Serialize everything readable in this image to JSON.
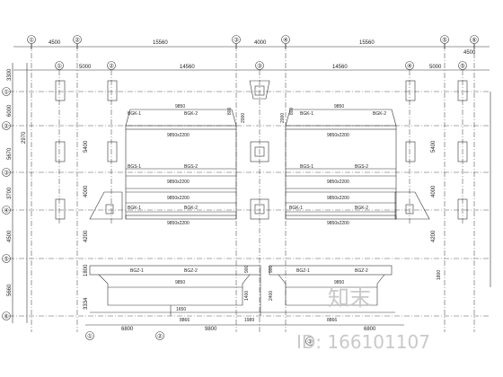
{
  "top_dims": [
    "4500",
    "15560",
    "4000",
    "15560",
    "4500"
  ],
  "second_dims": [
    "5000",
    "14560",
    "14560",
    "5000"
  ],
  "top_axes": [
    "①",
    "②",
    "③",
    "④",
    "⑤",
    "⑥"
  ],
  "second_axes": [
    "①",
    "②",
    "③",
    "④",
    "⑤"
  ],
  "bottom_axes": [
    "①",
    "②",
    "③"
  ],
  "bottom_dims": [
    "6800",
    "9800",
    "6800"
  ],
  "left_axes": [
    "①",
    "②",
    "③",
    "④",
    "⑤",
    "⑥"
  ],
  "left_dims": [
    "3300",
    "6000",
    "5670",
    "3700",
    "4500",
    "5660"
  ],
  "inner_left_dims": [
    "2970",
    "5400",
    "4000",
    "4200",
    "1800",
    "3334"
  ],
  "inner_right_dims": [
    "5400",
    "4000",
    "4200"
  ],
  "beam_left": {
    "top_span": "9850",
    "row1": "9850x2200",
    "row2": "9850x2200",
    "row3": "9850x2200",
    "row4": "9850x2200",
    "bottom": "9850"
  },
  "beam_right": {
    "top_span": "9850",
    "row1": "9850x2200",
    "row2": "9850x2200",
    "row3": "9850x2200",
    "row4": "9850x2200",
    "bottom": "9850"
  },
  "beam_tags": {
    "l1a": "BGK-1",
    "l1b": "BGK-2",
    "l2a": "BGS-1",
    "l2b": "BGS-2",
    "l3a": "BGK-1",
    "l3b": "BGK-2",
    "l4a": "BGZ-1",
    "l4b": "BGZ-2",
    "r1a": "BGK-1",
    "r1b": "BGK-2",
    "r2a": "BGS-1",
    "r2b": "BGS-2",
    "r3a": "BGK-1",
    "r3b": "BGK-2",
    "r4a": "BGZ-1",
    "r4b": "BGZ-2"
  },
  "small_dims": {
    "a": "800",
    "b": "2000",
    "c": "2000",
    "d": "800",
    "e": "900",
    "f": "1400",
    "g": "900",
    "h": "2400",
    "i": "1800"
  },
  "bottom_detail": [
    "1650",
    "8866",
    "1989",
    "8866"
  ],
  "watermark": {
    "logo": "知末",
    "id": "ID: 166101107"
  }
}
